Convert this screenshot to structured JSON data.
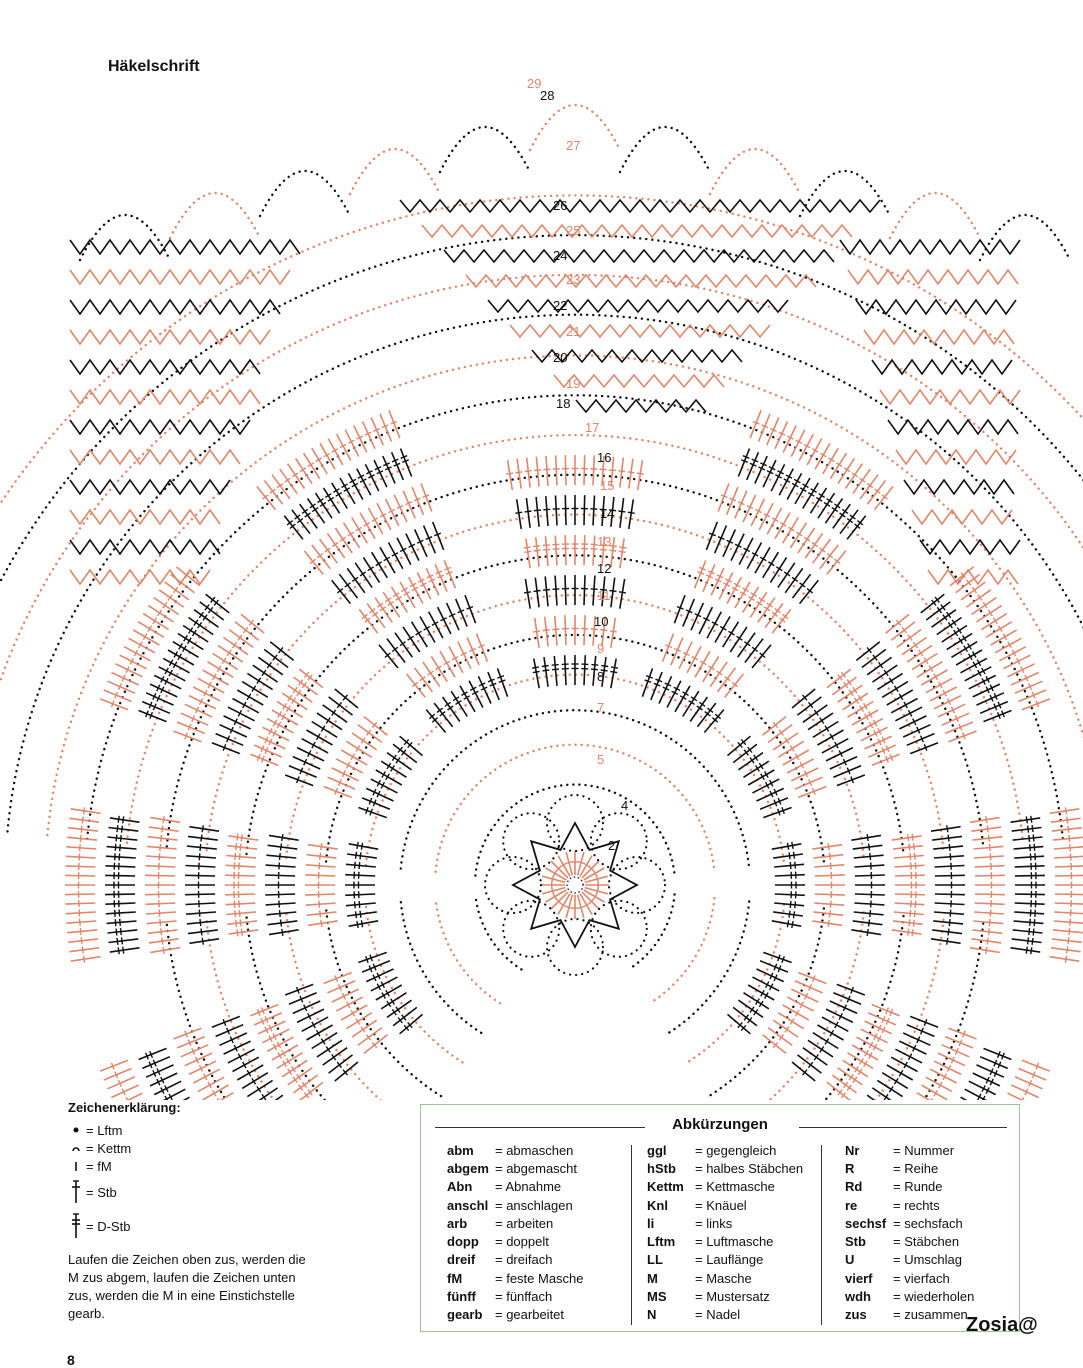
{
  "title": "Häkelschrift",
  "colors": {
    "black": "#111111",
    "salmon": "#e0866a",
    "border": "#9fc49a"
  },
  "round_labels": [
    "2",
    "4",
    "5",
    "7",
    "8",
    "9",
    "10",
    "11",
    "12",
    "13",
    "14",
    "15",
    "16",
    "17",
    "18",
    "19",
    "20",
    "21",
    "22",
    "23",
    "24",
    "25",
    "26",
    "27",
    "28",
    "29"
  ],
  "legend": {
    "heading": "Zeichenerklärung:",
    "items": [
      {
        "symbol": "chain-dot-icon",
        "text": "= Lftm"
      },
      {
        "symbol": "slip-stitch-arc-icon",
        "text": "= Kettm"
      },
      {
        "symbol": "single-crochet-bar-icon",
        "text": "= fM"
      },
      {
        "symbol": "double-crochet-cross-icon",
        "text": "= Stb"
      },
      {
        "symbol": "treble-crochet-double-cross-icon",
        "text": "= D-Stb"
      }
    ],
    "note": "Laufen die Zeichen oben zus, werden die M zus abgem, laufen die Zeichen unten zus, werden die M in eine Einstichstelle gearb."
  },
  "abbreviations": {
    "title": "Abkürzungen",
    "columns": [
      [
        {
          "k": "abm",
          "v": "= abmaschen"
        },
        {
          "k": "abgem",
          "v": "= abgemascht"
        },
        {
          "k": "Abn",
          "v": "= Abnahme"
        },
        {
          "k": "anschl",
          "v": "= anschlagen"
        },
        {
          "k": "arb",
          "v": "= arbeiten"
        },
        {
          "k": "dopp",
          "v": "= doppelt"
        },
        {
          "k": "dreif",
          "v": "= dreifach"
        },
        {
          "k": "fM",
          "v": "= feste Masche"
        },
        {
          "k": "fünff",
          "v": "= fünffach"
        },
        {
          "k": "gearb",
          "v": "= gearbeitet"
        }
      ],
      [
        {
          "k": "ggl",
          "v": "= gegengleich"
        },
        {
          "k": "hStb",
          "v": "= halbes Stäbchen"
        },
        {
          "k": "Kettm",
          "v": "= Kettmasche"
        },
        {
          "k": "Knl",
          "v": "= Knäuel"
        },
        {
          "k": "li",
          "v": "= links"
        },
        {
          "k": "Lftm",
          "v": "= Luftmasche"
        },
        {
          "k": "LL",
          "v": "= Lauflänge"
        },
        {
          "k": "M",
          "v": "= Masche"
        },
        {
          "k": "MS",
          "v": "= Mustersatz"
        },
        {
          "k": "N",
          "v": "= Nadel"
        }
      ],
      [
        {
          "k": "Nr",
          "v": "= Nummer"
        },
        {
          "k": "R",
          "v": "= Reihe"
        },
        {
          "k": "Rd",
          "v": "= Runde"
        },
        {
          "k": "re",
          "v": "= rechts"
        },
        {
          "k": "sechsf",
          "v": "= sechsfach"
        },
        {
          "k": "Stb",
          "v": "= Stäbchen"
        },
        {
          "k": "U",
          "v": "= Umschlag"
        },
        {
          "k": "vierf",
          "v": "= vierfach"
        },
        {
          "k": "wdh",
          "v": "= wiederholen"
        },
        {
          "k": "zus",
          "v": "= zusammen"
        }
      ]
    ]
  },
  "watermark": "Zosia@",
  "page_number": "8"
}
